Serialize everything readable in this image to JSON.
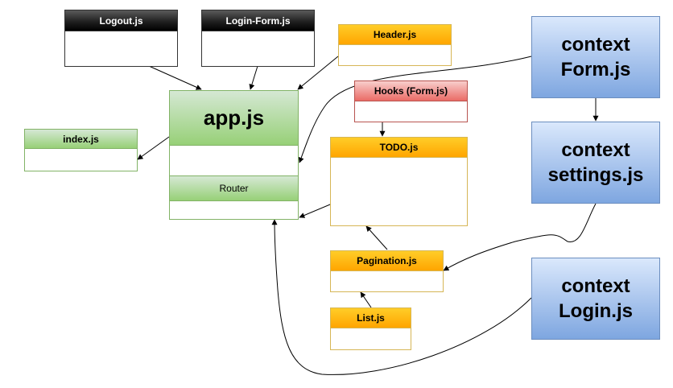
{
  "diagram": {
    "boxes": {
      "logout": "Logout.js",
      "login_form": "Login-Form.js",
      "header": "Header.js",
      "app": "app.js",
      "router": "Router",
      "index": "index.js",
      "hooks": "Hooks (Form.js)",
      "todo": "TODO.js",
      "pagination": "Pagination.js",
      "list": "List.js",
      "context_form": "context\nForm.js",
      "context_settings": "context\nsettings.js",
      "context_login": "context\nLogin.js"
    },
    "colors": {
      "orange_fill": "#ffa500",
      "orange_stroke": "#d6b656",
      "green_fill": "#97d077",
      "green_stroke": "#82b366",
      "red_fill": "#ea6b66",
      "red_stroke": "#b85450",
      "blue_fill": "#7ea6e0",
      "blue_stroke": "#6c8ebf",
      "dark_fill": "#000000"
    }
  }
}
